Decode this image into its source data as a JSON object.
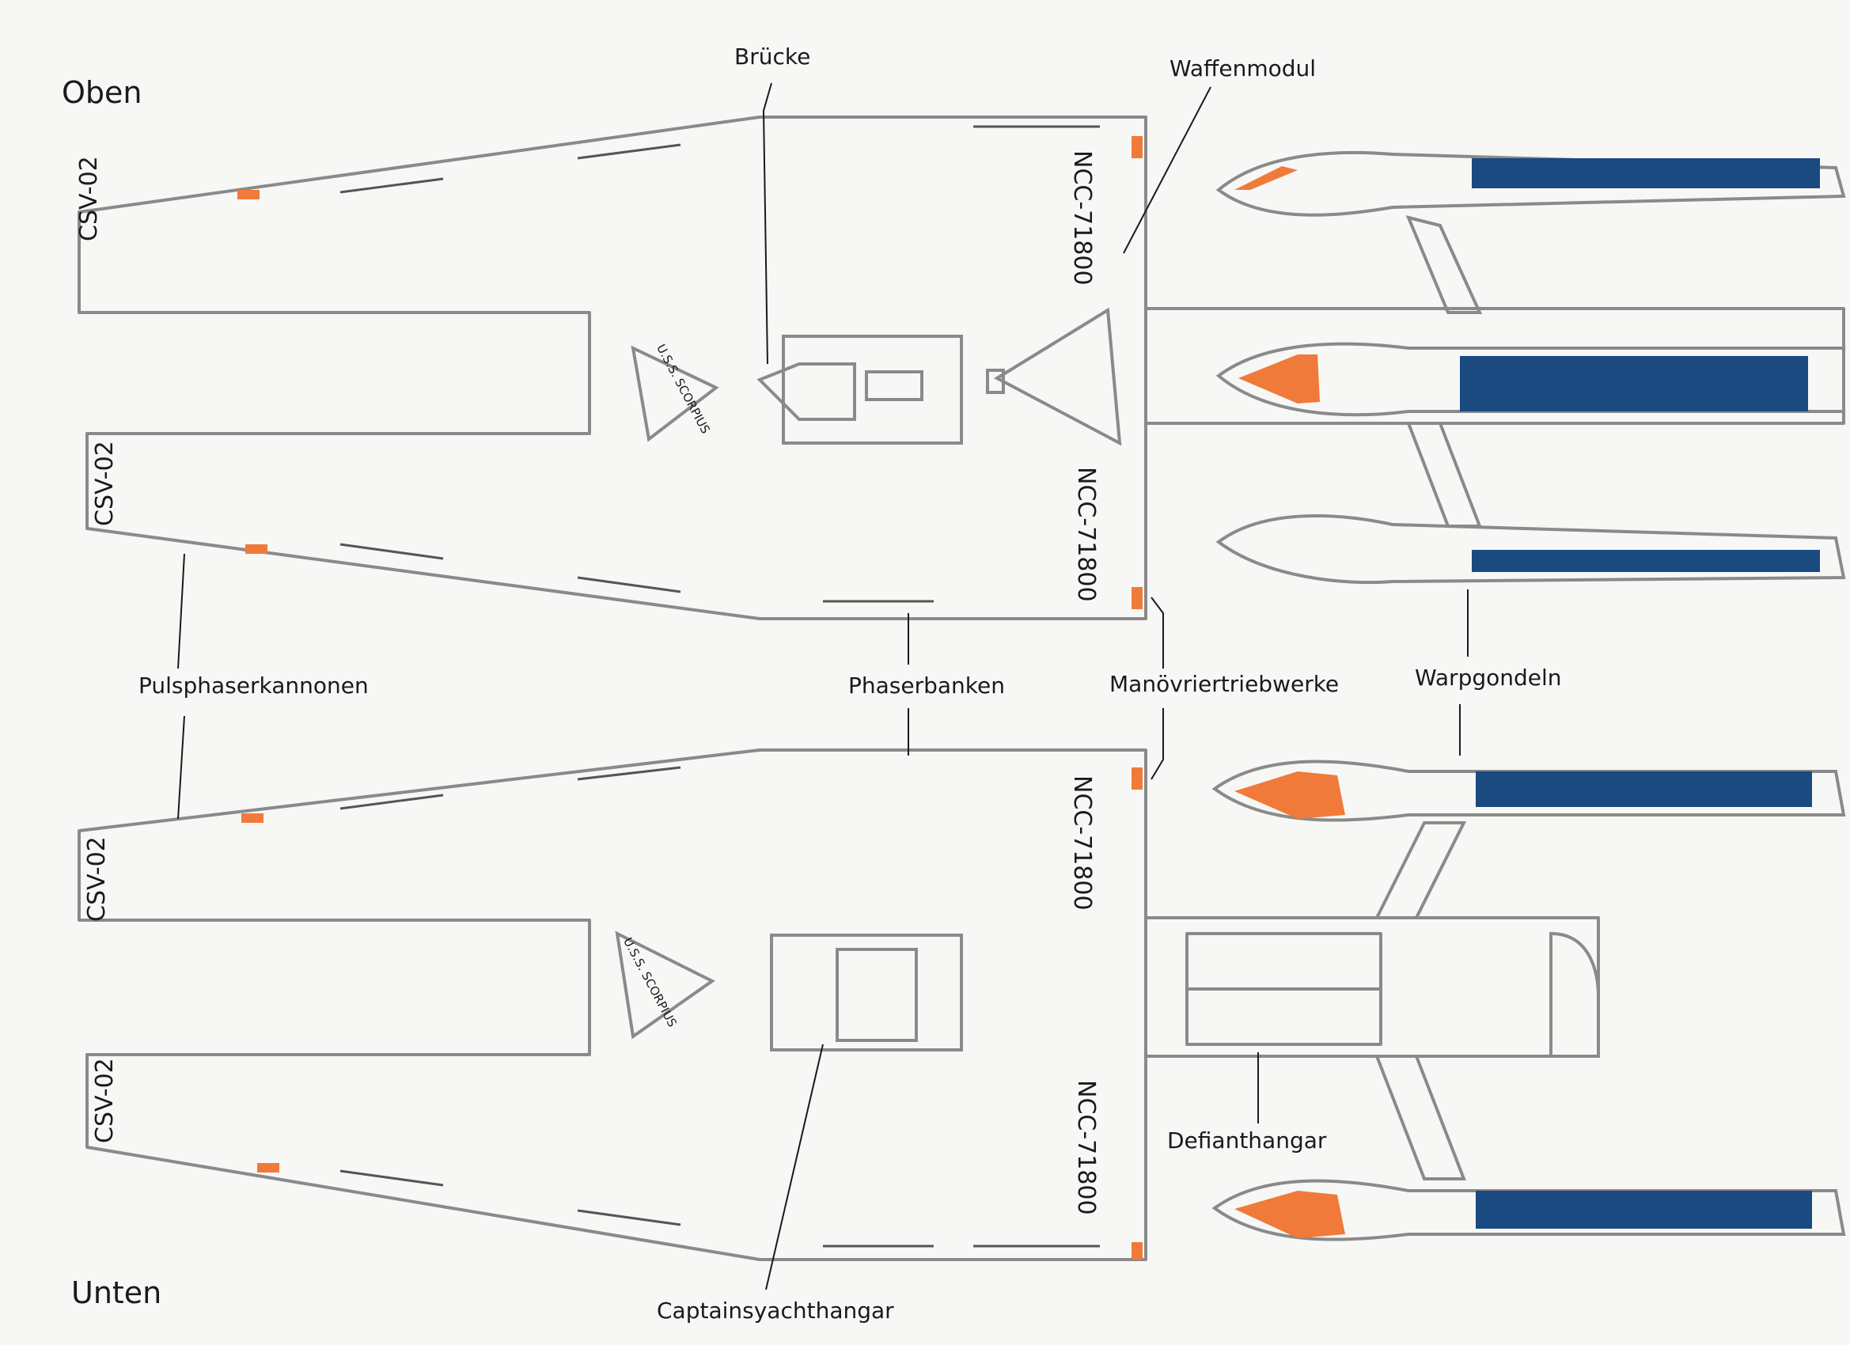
{
  "view_labels": {
    "top": "Oben",
    "bottom": "Unten"
  },
  "callouts": {
    "bridge": "Brücke",
    "weapon_module": "Waffenmodul",
    "pulse_phaser_cannons": "Pulsphaserkannonen",
    "phaser_banks": "Phaserbanken",
    "maneuvering_thrusters": "Manövriertriebwerke",
    "warp_nacelles": "Warpgondeln",
    "defiant_hangar": "Defianthangar",
    "captains_yacht_hangar": "Captainsyachthangar"
  },
  "hull_markings": {
    "registry": "NCC-71800",
    "wing_code": "CSV-02",
    "ship_name": "U.S.S. SCORPIUS"
  },
  "colors": {
    "line": "#7a7a7a",
    "ink": "#1a1a1a",
    "nacelle_blue": "#1a4a80",
    "accent_orange": "#f07a3a",
    "paper": "#f7f7f5"
  }
}
